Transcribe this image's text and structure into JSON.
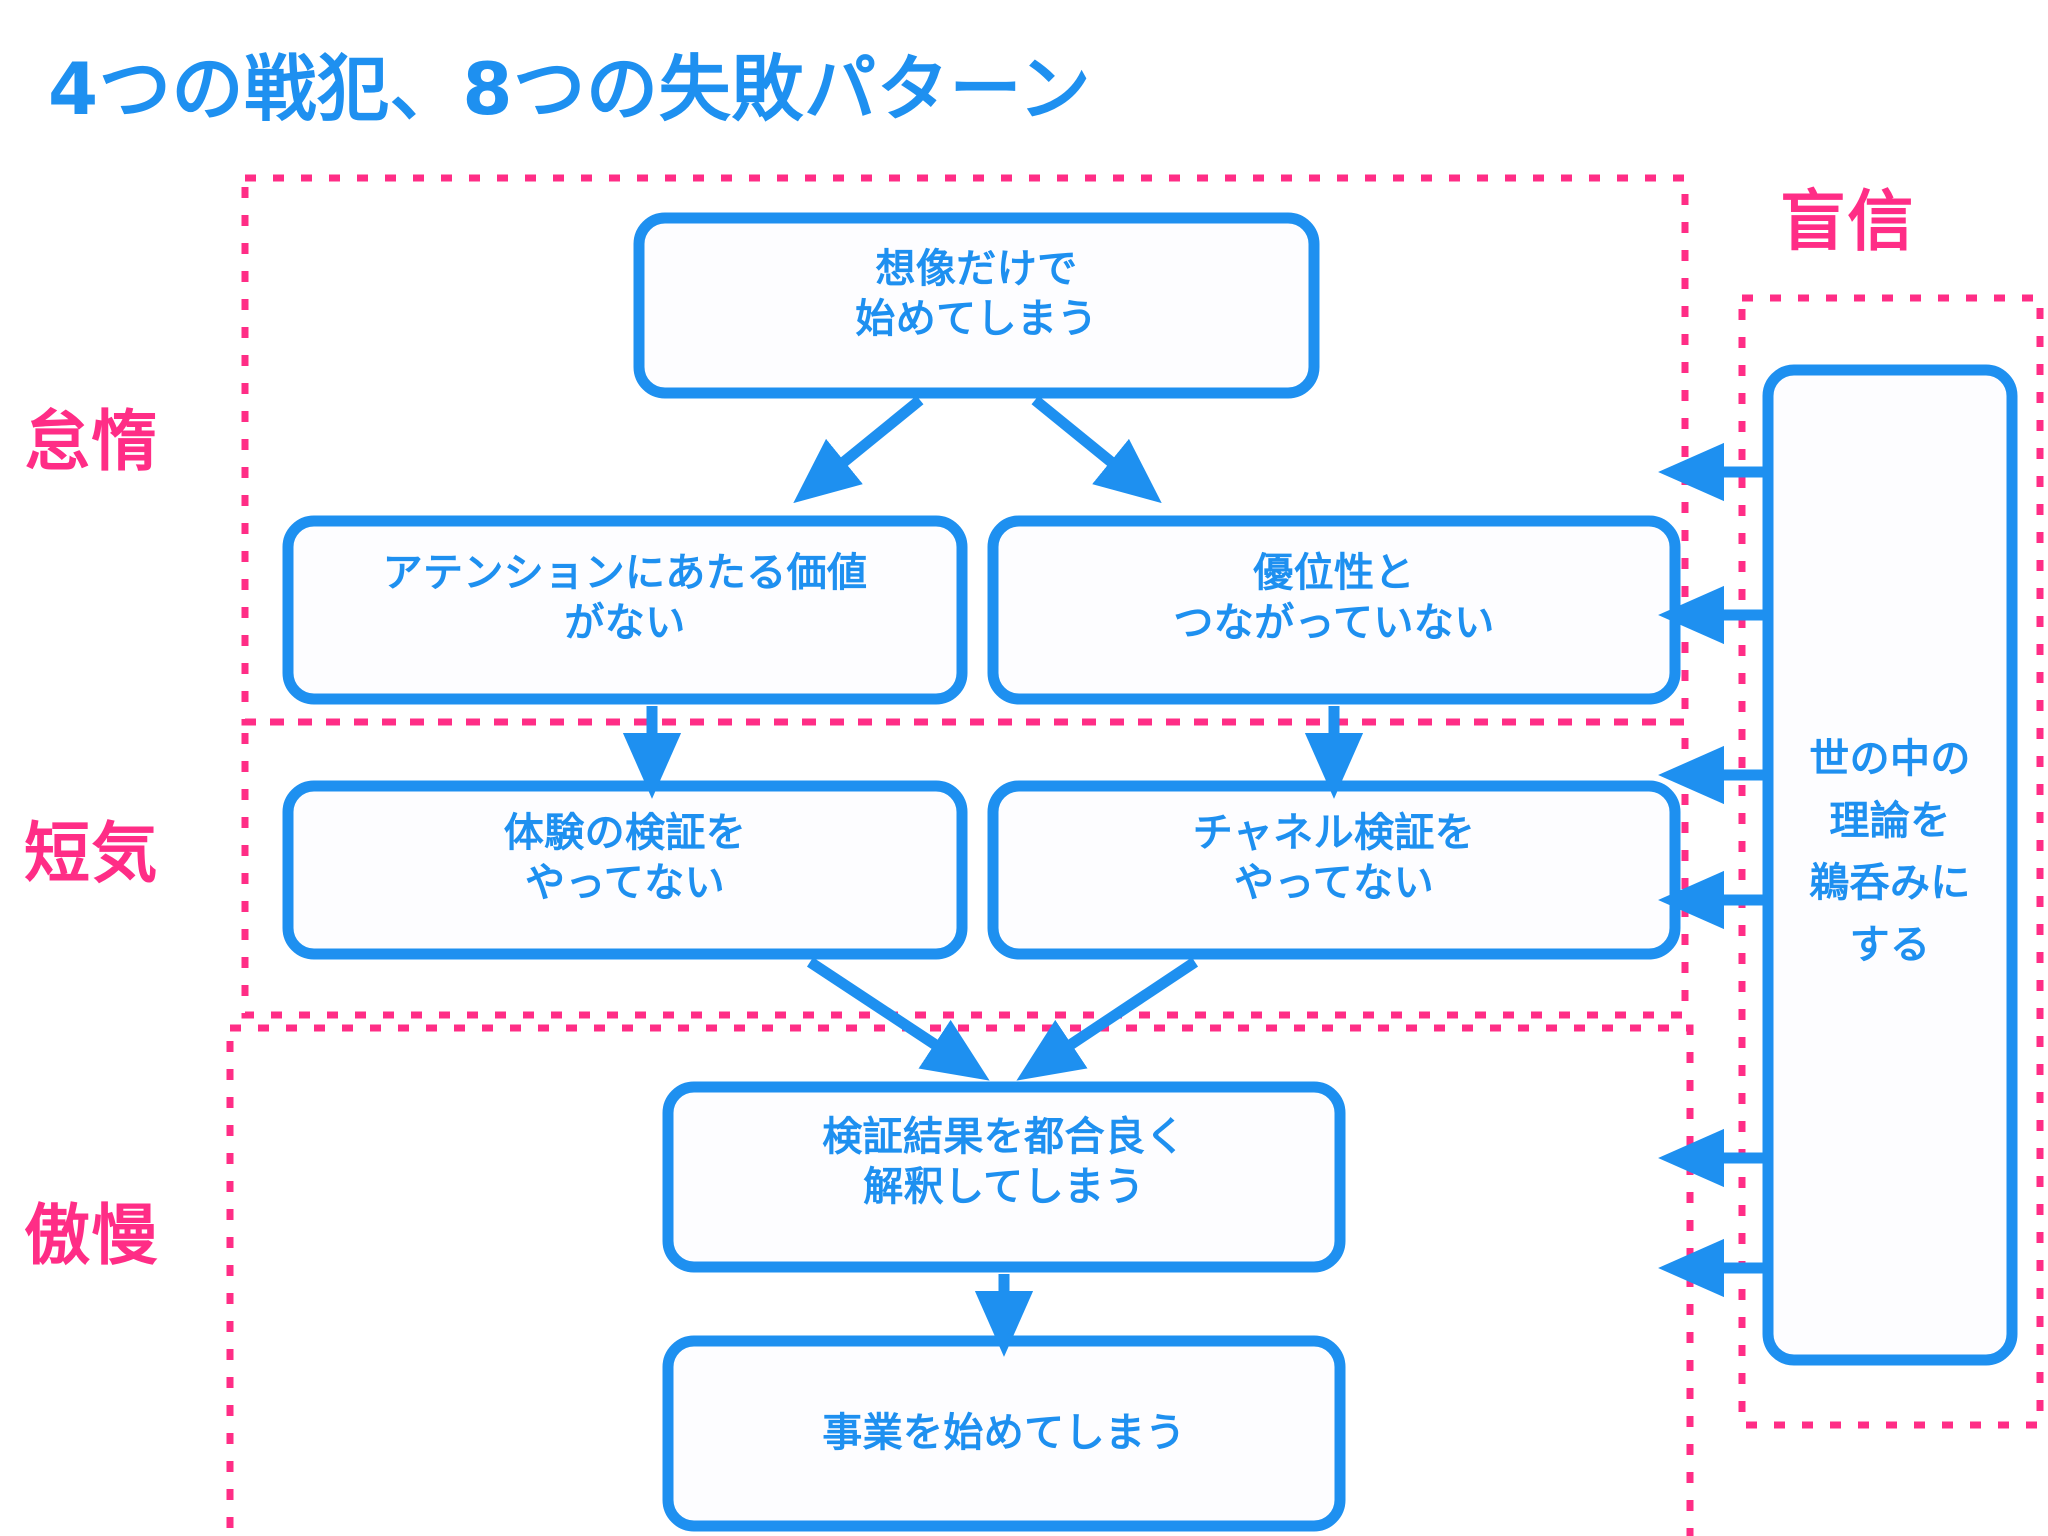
{
  "page": {
    "title": "4つの戦犯、8つの失敗パターン",
    "background_color": "#ffffff",
    "accent_blue": "#1e90f0",
    "accent_pink": "#ff2d86"
  },
  "categories": [
    {
      "id": "taida",
      "label": "怠惰",
      "side": "left"
    },
    {
      "id": "tanki",
      "label": "短気",
      "side": "left"
    },
    {
      "id": "gouman",
      "label": "傲慢",
      "side": "left"
    },
    {
      "id": "moushin",
      "label": "盲信",
      "side": "right"
    }
  ],
  "boxes": [
    {
      "id": "box-imagination",
      "text": "想像だけで\n始めてしまう"
    },
    {
      "id": "box-attention",
      "text": "アテンションにあたる価値\nがない"
    },
    {
      "id": "box-advantage",
      "text": "優位性と\nつながっていない"
    },
    {
      "id": "box-experience",
      "text": "体験の検証を\nやってない"
    },
    {
      "id": "box-channel",
      "text": "チャネル検証を\nやってない"
    },
    {
      "id": "box-interpret",
      "text": "検証結果を都合良く\n解釈してしまう"
    },
    {
      "id": "box-start",
      "text": "事業を始めてしまう"
    }
  ],
  "side_panel": {
    "id": "panel-blind-belief",
    "text": "世の中の\n理論を\n鵜呑みに\nする"
  },
  "flow": {
    "arrow_color": "#1e90f0",
    "group_border_color": "#ff2d86",
    "group_border_style": "dotted",
    "arrows_from_panel": 6
  }
}
